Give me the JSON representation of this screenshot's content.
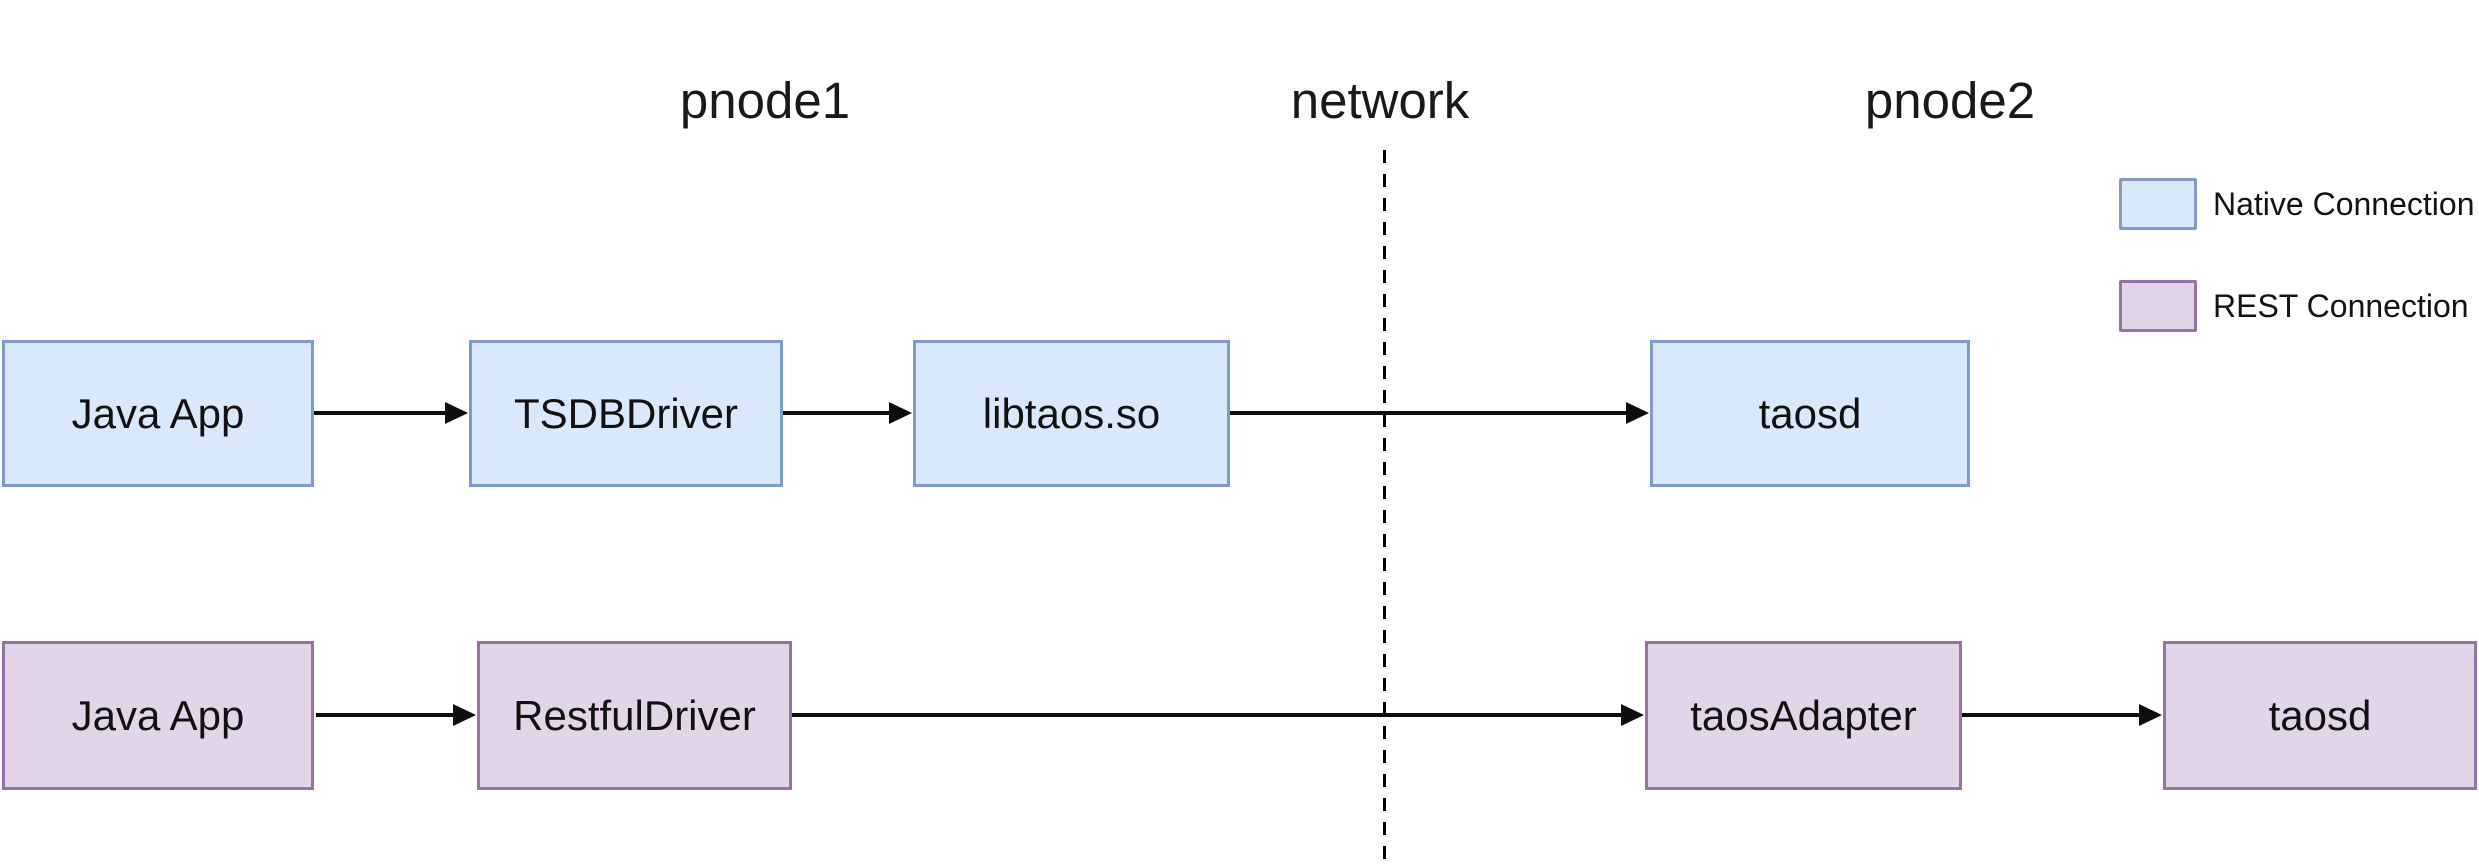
{
  "headers": {
    "pnode1": "pnode1",
    "network": "network",
    "pnode2": "pnode2"
  },
  "legend": {
    "items": [
      {
        "id": "native",
        "label": "Native Connection"
      },
      {
        "id": "rest",
        "label": "REST Connection"
      }
    ]
  },
  "flows": {
    "native": {
      "connection_type": "Native Connection",
      "nodes": [
        "Java App",
        "TSDBDriver",
        "libtaos.so",
        "taosd"
      ]
    },
    "rest": {
      "connection_type": "REST Connection",
      "nodes": [
        "Java App",
        "RestfulDriver",
        "taosAdapter",
        "taosd"
      ]
    }
  },
  "colors": {
    "native_fill": "#dae8fc",
    "native_stroke": "#7e9bc9",
    "rest_fill": "#e1d5e7",
    "rest_stroke": "#9673a6",
    "arrow": "#0d0d0d",
    "text": "#191919"
  }
}
